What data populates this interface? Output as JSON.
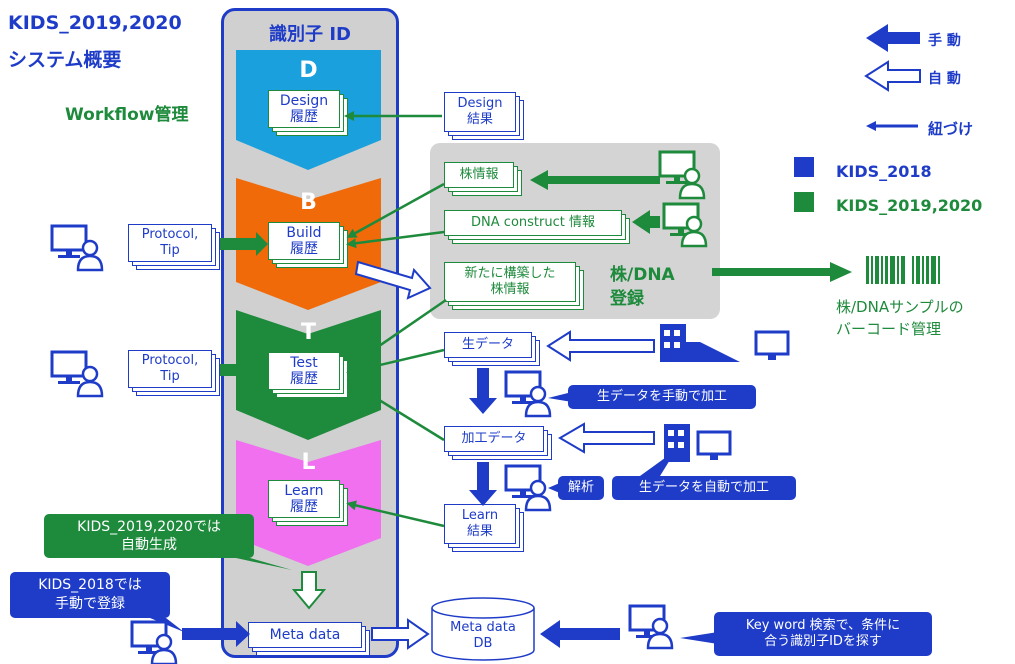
{
  "title": {
    "line1": "KIDS_2019,2020",
    "line2": "システム概要"
  },
  "workflow_label": "Workflow管理",
  "id_column": {
    "label": "識別子 ID"
  },
  "phases": {
    "D": {
      "letter": "D",
      "doc_line1": "Design",
      "doc_line2": "履歴"
    },
    "B": {
      "letter": "B",
      "doc_line1": "Build",
      "doc_line2": "履歴"
    },
    "T": {
      "letter": "T",
      "doc_line1": "Test",
      "doc_line2": "履歴"
    },
    "L": {
      "letter": "L",
      "doc_line1": "Learn",
      "doc_line2": "履歴"
    }
  },
  "design_result": {
    "line1": "Design",
    "line2": "結果"
  },
  "protocol_b": {
    "line1": "Protocol,",
    "line2": "Tip"
  },
  "protocol_t": {
    "line1": "Protocol,",
    "line2": "Tip"
  },
  "strain_info": "株情報",
  "dna_info": "DNA construct 情報",
  "new_strain": {
    "line1": "新たに構築した",
    "line2": "株情報"
  },
  "strain_reg": {
    "line1": "株/DNA",
    "line2": "登録"
  },
  "barcode_caption": {
    "line1": "株/DNAサンプルの",
    "line2": "バーコード管理"
  },
  "raw_data": "生データ",
  "processed_data": "加工データ",
  "learn_result": {
    "line1": "Learn",
    "line2": "結果"
  },
  "callout_manual": "生データを手動で加工",
  "callout_analysis": "解析",
  "callout_auto": "生データを自動で加工",
  "callout_2019": {
    "line1": "KIDS_2019,2020では",
    "line2": "自動生成"
  },
  "callout_2018": {
    "line1": "KIDS_2018では",
    "line2": "手動で登録"
  },
  "meta_data": "Meta data",
  "meta_db": {
    "line1": "Meta data",
    "line2": "DB"
  },
  "callout_search": {
    "line1": "Key word 検索で、条件に",
    "line2": "合う識別子IDを探す"
  },
  "legend": {
    "manual": "手 動",
    "auto": "自 動",
    "link": "紐づけ",
    "kids2018": "KIDS_2018",
    "kids2019": "KIDS_2019,2020"
  },
  "colors": {
    "blue": "#1e3cc8",
    "green": "#1e8a3c",
    "d": "#1aa0dc",
    "b": "#f06a0a",
    "t": "#1e8a3c",
    "l": "#f070f0"
  }
}
